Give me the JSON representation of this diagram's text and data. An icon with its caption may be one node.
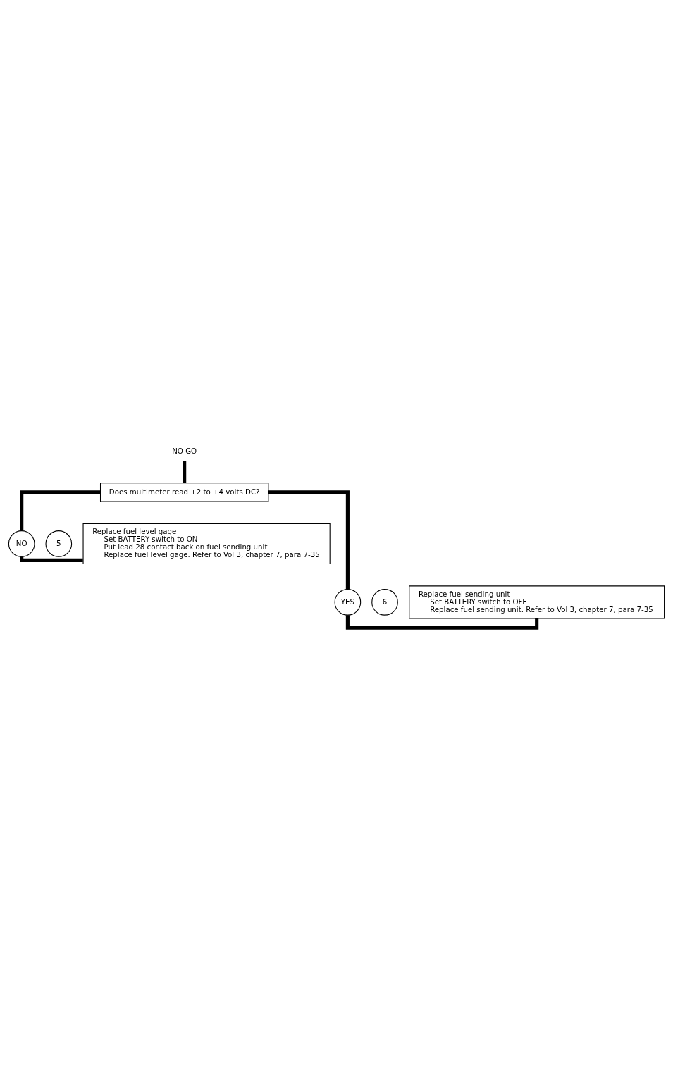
{
  "diagram": {
    "nodes": [
      {
        "text": [
          "NO GO"
        ]
      },
      {
        "text": [
          "Does multimeter read +2 to +4 volts DC?"
        ]
      },
      {
        "text": [
          "5"
        ]
      },
      {
        "text": [
          "NO"
        ]
      },
      {
        "text": [
          "Replace fuel level gage",
          "Set BATTERY switch to ON",
          "Put lead 28 contact back on fuel sending unit",
          "Replace fuel level gage. Refer to Vol 3, chapter 7, para 7-35"
        ]
      },
      {
        "text": [
          "6"
        ]
      },
      {
        "text": [
          "YES"
        ]
      },
      {
        "text": [
          "Replace fuel sending unit",
          "Set BATTERY switch to OFF",
          "Replace fuel sending unit. Refer to Vol 3, chapter 7, para 7-35"
        ]
      }
    ],
    "edges": [
      {
        "from": 0,
        "to": 1,
        "arrow": "none"
      },
      {
        "from": 1,
        "to": 3,
        "arrow": "none"
      },
      {
        "from": 1,
        "to": 6,
        "arrow": "none"
      },
      {
        "from": 3,
        "to": 4,
        "arrow": "none"
      },
      {
        "from": 6,
        "to": 7,
        "arrow": "none"
      }
    ]
  }
}
